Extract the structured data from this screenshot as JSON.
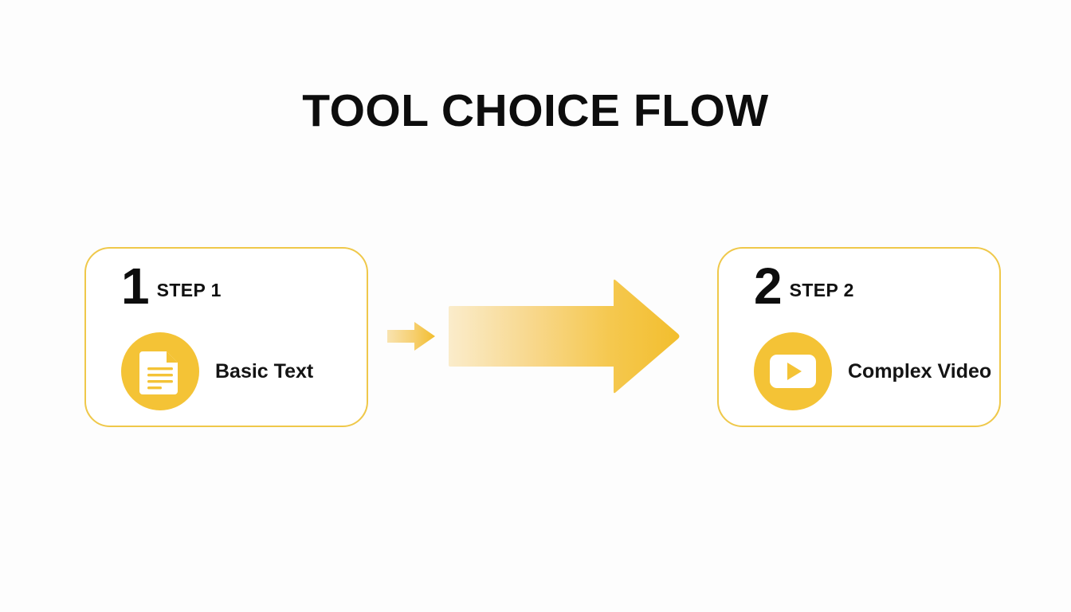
{
  "title": "TOOL CHOICE FLOW",
  "theme": {
    "background": "#fdfdfd",
    "accent": "#f4c336",
    "card_border": "#efc84a",
    "arrow_gradient_start": "#f8e3b0",
    "arrow_gradient_end": "#f2be2e",
    "text": "#0d0d0d"
  },
  "steps": [
    {
      "number": "1",
      "label": "STEP 1",
      "icon": "document-icon",
      "item": "Basic Text"
    },
    {
      "number": "2",
      "label": "STEP 2",
      "icon": "video-play-icon",
      "item": "Complex Video"
    }
  ],
  "connector": {
    "small_arrow": "arrow-right-icon",
    "large_arrow": "arrow-right-icon"
  }
}
